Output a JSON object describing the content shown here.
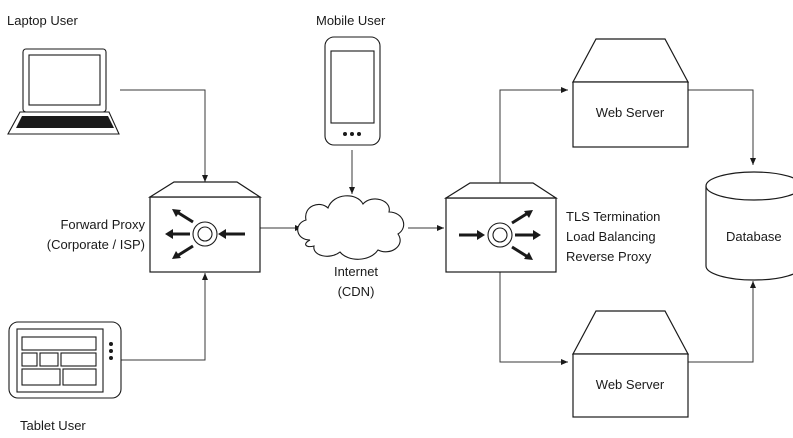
{
  "labels": {
    "laptop_user": "Laptop User",
    "mobile_user": "Mobile User",
    "tablet_user": "Tablet User",
    "forward_proxy_line1": "Forward Proxy",
    "forward_proxy_line2": "(Corporate / ISP)",
    "internet_line1": "Internet",
    "internet_line2": "(CDN)",
    "reverse_proxy_line1": "TLS Termination",
    "reverse_proxy_line2": "Load Balancing",
    "reverse_proxy_line3": "Reverse Proxy",
    "web_server_top": "Web Server",
    "web_server_bottom": "Web Server",
    "database": "Database"
  },
  "colors": {
    "stroke": "#1a1a1a",
    "background": "#ffffff"
  },
  "icons": {
    "laptop": "laptop-icon",
    "mobile": "mobile-phone-icon",
    "tablet": "tablet-icon",
    "forward_proxy": "forward-proxy-icon",
    "internet": "cloud-icon",
    "reverse_proxy": "reverse-proxy-icon",
    "web_server": "web-server-icon",
    "database": "database-icon"
  }
}
